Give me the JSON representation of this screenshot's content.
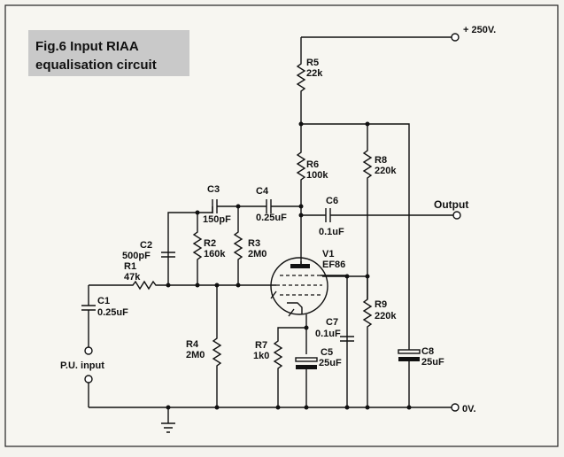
{
  "title": [
    "Fig.6 Input RIAA",
    "equalisation circuit"
  ],
  "supply_label": "+ 250V.",
  "ground_label": "0V.",
  "output_label": "Output",
  "input_label": "P.U. input",
  "components": {
    "R5": {
      "ref": "R5",
      "value": "22k"
    },
    "R6": {
      "ref": "R6",
      "value": "100k"
    },
    "R8": {
      "ref": "R8",
      "value": "220k"
    },
    "R9": {
      "ref": "R9",
      "value": "220k"
    },
    "R1": {
      "ref": "R1",
      "value": "47k"
    },
    "R2": {
      "ref": "R2",
      "value": "160k"
    },
    "R3": {
      "ref": "R3",
      "value": "2M0"
    },
    "R4": {
      "ref": "R4",
      "value": "2M0"
    },
    "R7": {
      "ref": "R7",
      "value": "1k0"
    },
    "C1": {
      "ref": "C1",
      "value": "0.25uF"
    },
    "C2": {
      "ref": "C2",
      "value": "500pF"
    },
    "C3": {
      "ref": "C3",
      "value": "150pF"
    },
    "C4": {
      "ref": "C4",
      "value": "0.25uF"
    },
    "C5": {
      "ref": "C5",
      "value": "25uF"
    },
    "C6": {
      "ref": "C6",
      "value": "0.1uF"
    },
    "C7": {
      "ref": "C7",
      "value": "0.1uF"
    },
    "C8": {
      "ref": "C8",
      "value": "25uF"
    },
    "V1": {
      "ref": "V1",
      "value": "EF86"
    }
  }
}
